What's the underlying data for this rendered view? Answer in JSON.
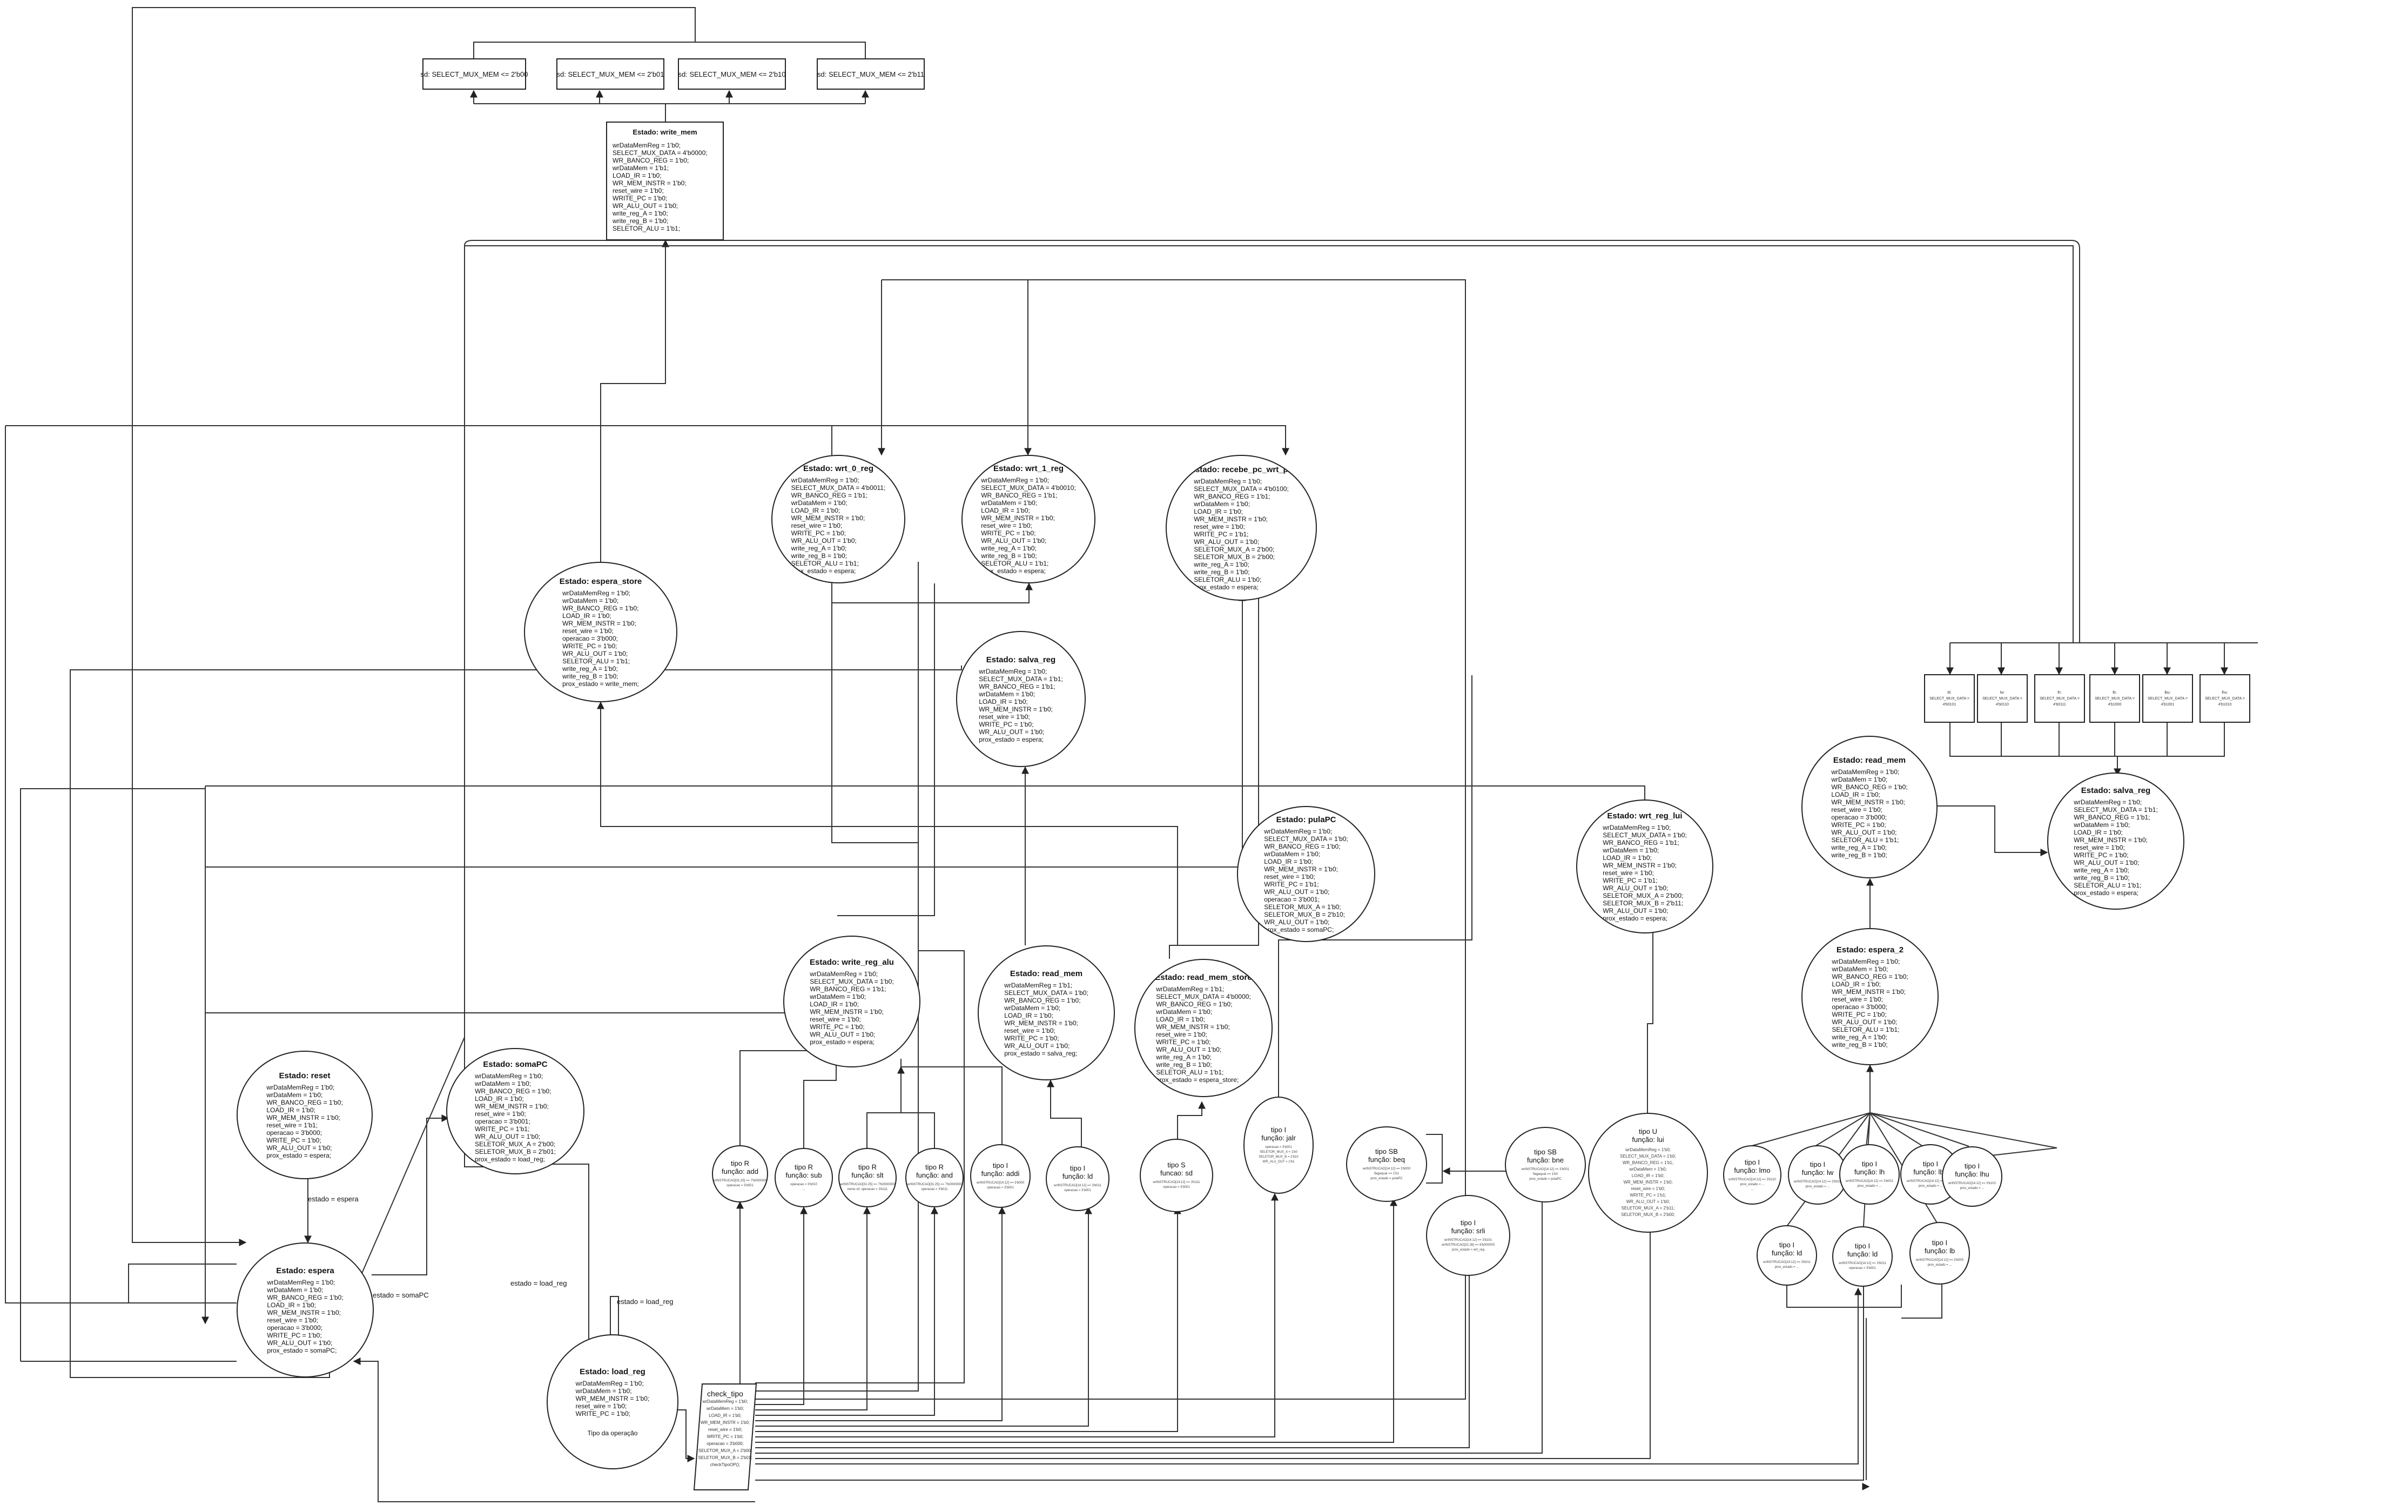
{
  "states": {
    "write_mem": {
      "title": "Estado: write_mem",
      "lines": "wrDataMemReg = 1'b0;\nSELECT_MUX_DATA = 4'b0000;\nWR_BANCO_REG = 1'b0;\nwrDataMem = 1'b1;\nLOAD_IR = 1'b0;\nWR_MEM_INSTR = 1'b0;\nreset_wire = 1'b0;\nWRITE_PC = 1'b0;\nWR_ALU_OUT = 1'b0;\nwrite_reg_A = 1'b0;\nwrite_reg_B = 1'b0;\nSELETOR_ALU = 1'b1;"
    },
    "wrt_0_reg": {
      "title": "Estado: wrt_0_reg",
      "lines": "wrDataMemReg = 1'b0;\nSELECT_MUX_DATA = 4'b0011;\nWR_BANCO_REG = 1'b1;\nwrDataMem = 1'b0;\nLOAD_IR = 1'b0;\nWR_MEM_INSTR = 1'b0;\nreset_wire = 1'b0;\nWRITE_PC = 1'b0;\nWR_ALU_OUT = 1'b0;\nwrite_reg_A = 1'b0;\nwrite_reg_B = 1'b0;\nSELETOR_ALU = 1'b1;\nprox_estado = espera;"
    },
    "wrt_1_reg": {
      "title": "Estado: wrt_1_reg",
      "lines": "wrDataMemReg = 1'b0;\nSELECT_MUX_DATA = 4'b0010;\nWR_BANCO_REG = 1'b1;\nwrDataMem = 1'b0;\nLOAD_IR = 1'b0;\nWR_MEM_INSTR = 1'b0;\nreset_wire = 1'b0;\nWRITE_PC = 1'b0;\nWR_ALU_OUT = 1'b0;\nwrite_reg_A = 1'b0;\nwrite_reg_B = 1'b0;\nSELETOR_ALU = 1'b1;\nprox_estado = espera;"
    },
    "recebe_pc_wrt_pc": {
      "title": "Estado: recebe_pc_wrt_pc",
      "lines": "wrDataMemReg = 1'b0;\nSELECT_MUX_DATA = 4'b0100;\nWR_BANCO_REG = 1'b1;\nwrDataMem = 1'b0;\nLOAD_IR = 1'b0;\nWR_MEM_INSTR = 1'b0;\nreset_wire = 1'b0;\nWRITE_PC = 1'b1;\nWR_ALU_OUT = 1'b0;\nSELETOR_MUX_A = 2'b00;\nSELETOR_MUX_B = 2'b00;\nwrite_reg_A = 1'b0;\nwrite_reg_B = 1'b0;\nSELETOR_ALU = 1'b0;\nprox_estado = espera;"
    },
    "espera_store": {
      "title": "Estado: espera_store",
      "lines": "wrDataMemReg = 1'b0;\nwrDataMem = 1'b0;\nWR_BANCO_REG = 1'b0;\nLOAD_IR = 1'b0;\nWR_MEM_INSTR = 1'b0;\nreset_wire = 1'b0;\noperacao = 3'b000;\nWRITE_PC = 1'b0;\nWR_ALU_OUT = 1'b0;\nSELETOR_ALU = 1'b1;\nwrite_reg_A = 1'b0;\nwrite_reg_B = 1'b0;\nprox_estado = write_mem;"
    },
    "salva_reg": {
      "title": "Estado: salva_reg",
      "lines": "wrDataMemReg = 1'b0;\nSELECT_MUX_DATA = 1'b1;\nWR_BANCO_REG = 1'b1;\nwrDataMem = 1'b0;\nLOAD_IR = 1'b0;\nWR_MEM_INSTR = 1'b0;\nreset_wire = 1'b0;\nWRITE_PC = 1'b0;\nWR_ALU_OUT = 1'b0;\nprox_estado = espera;"
    },
    "pulaPC": {
      "title": "Estado: pulaPC",
      "lines": "wrDataMemReg = 1'b0;\nSELECT_MUX_DATA = 1'b0;\nWR_BANCO_REG = 1'b0;\nwrDataMem = 1'b0;\nLOAD_IR = 1'b0;\nWR_MEM_INSTR = 1'b0;\nreset_wire = 1'b0;\nWRITE_PC = 1'b1;\nWR_ALU_OUT = 1'b0;\noperacao = 3'b001;\nSELETOR_MUX_A = 1'b0;\nSELETOR_MUX_B = 2'b10;\nWR_ALU_OUT = 1'b0;\nprox_estado = somaPC;"
    },
    "wrt_reg_lui": {
      "title": "Estado: wrt_reg_lui",
      "lines": "wrDataMemReg = 1'b0;\nSELECT_MUX_DATA = 1'b0;\nWR_BANCO_REG = 1'b1;\nwrDataMem = 1'b0;\nLOAD_IR = 1'b0;\nWR_MEM_INSTR = 1'b0;\nreset_wire = 1'b0;\nWRITE_PC = 1'b1;\nWR_ALU_OUT = 1'b0;\nSELETOR_MUX_A = 2'b00;\nSELETOR_MUX_B = 2'b11;\nWR_ALU_OUT = 1'b0;\nprox_estado = espera;"
    },
    "write_reg_alu": {
      "title": "Estado: write_reg_alu",
      "lines": "wrDataMemReg = 1'b0;\nSELECT_MUX_DATA = 1'b0;\nWR_BANCO_REG = 1'b1;\nwrDataMem = 1'b0;\nLOAD_IR = 1'b0;\nWR_MEM_INSTR = 1'b0;\nreset_wire = 1'b0;\nWRITE_PC = 1'b0;\nWR_ALU_OUT = 1'b0;\nprox_estado = espera;"
    },
    "read_mem": {
      "title": "Estado: read_mem",
      "lines": "wrDataMemReg = 1'b1;\nSELECT_MUX_DATA = 1'b0;\nWR_BANCO_REG = 1'b0;\nwrDataMem = 1'b0;\nLOAD_IR = 1'b0;\nWR_MEM_INSTR = 1'b0;\nreset_wire = 1'b0;\nWRITE_PC = 1'b0;\nWR_ALU_OUT = 1'b0;\nprox_estado = salva_reg;"
    },
    "read_mem_store": {
      "title": "Estado: read_mem_store",
      "lines": "wrDataMemReg = 1'b1;\nSELECT_MUX_DATA = 4'b0000;\nWR_BANCO_REG = 1'b0;\nwrDataMem = 1'b0;\nLOAD_IR = 1'b0;\nWR_MEM_INSTR = 1'b0;\nreset_wire = 1'b0;\nWRITE_PC = 1'b0;\nWR_ALU_OUT = 1'b0;\nwrite_reg_A = 1'b0;\nwrite_reg_B = 1'b0;\nSELETOR_ALU = 1'b1;\nprox_estado = espera_store;"
    },
    "reset": {
      "title": "Estado: reset",
      "lines": "wrDataMemReg = 1'b0;\nwrDataMem = 1'b0;\nWR_BANCO_REG = 1'b0;\nLOAD_IR = 1'b0;\nWR_MEM_INSTR = 1'b0;\nreset_wire = 1'b1;\noperacao = 3'b000;\nWRITE_PC = 1'b0;\nWR_ALU_OUT = 1'b0;\nprox_estado = espera;"
    },
    "somaPC": {
      "title": "Estado: somaPC",
      "lines": "wrDataMemReg = 1'b0;\nwrDataMem = 1'b0;\nWR_BANCO_REG = 1'b0;\nLOAD_IR = 1'b0;\nWR_MEM_INSTR = 1'b0;\nreset_wire = 1'b0;\noperacao = 3'b001;\nWRITE_PC = 1'b1;\nWR_ALU_OUT = 1'b0;\nSELETOR_MUX_A = 2'b00;\nSELETOR_MUX_B = 2'b01;\nprox_estado = load_reg;"
    },
    "espera": {
      "title": "Estado: espera",
      "lines": "wrDataMemReg = 1'b0;\nwrDataMem = 1'b0;\nWR_BANCO_REG = 1'b0;\nLOAD_IR = 1'b0;\nWR_MEM_INSTR = 1'b0;\nreset_wire = 1'b0;\noperacao = 3'b000;\nWRITE_PC = 1'b0;\nWR_ALU_OUT = 1'b0;\nprox_estado = somaPC;"
    },
    "load_reg": {
      "title": "Estado: load_reg",
      "lines": "wrDataMemReg = 1'b0;\nwrDataMem = 1'b0;\nWR_MEM_INSTR = 1'b0;\nreset_wire = 1'b0;\nWRITE_PC = 1'b0;",
      "footer": "Tipo da operação"
    },
    "read_mem_r": {
      "title": "Estado: read_mem",
      "lines": "wrDataMemReg = 1'b0;\nwrDataMem = 1'b0;\nWR_BANCO_REG = 1'b0;\nLOAD_IR = 1'b0;\nWR_MEM_INSTR = 1'b0;\nreset_wire = 1'b0;\noperacao = 3'b000;\nWRITE_PC = 1'b0;\nWR_ALU_OUT = 1'b0;\nSELETOR_ALU = 1'b1;\nwrite_reg_A = 1'b0;\nwrite_reg_B = 1'b0;"
    },
    "salva_reg_r": {
      "title": "Estado: salva_reg",
      "lines": "wrDataMemReg = 1'b0;\nSELECT_MUX_DATA = 1'b1;\nWR_BANCO_REG = 1'b1;\nwrDataMem = 1'b0;\nLOAD_IR = 1'b0;\nWR_MEM_INSTR = 1'b0;\nreset_wire = 1'b0;\nWRITE_PC = 1'b0;\nWR_ALU_OUT = 1'b0;\nwrite_reg_A = 1'b0;\nwrite_reg_B = 1'b0;\nSELETOR_ALU = 1'b1;\nprox_estado = espera;"
    },
    "espera_2": {
      "title": "Estado: espera_2",
      "lines": "wrDataMemReg = 1'b0;\nwrDataMem = 1'b0;\nWR_BANCO_REG = 1'b0;\nLOAD_IR = 1'b0;\nWR_MEM_INSTR = 1'b0;\nreset_wire = 1'b0;\noperacao = 3'b000;\nWRITE_PC = 1'b0;\nWR_ALU_OUT = 1'b0;\nSELETOR_ALU = 1'b1;\nwrite_reg_A = 1'b0;\nwrite_reg_B = 1'b0;"
    }
  },
  "sd_boxes": [
    "sd: SELECT_MUX_MEM <= 2'b00",
    "sd: SELECT_MUX_MEM <= 2'b01",
    "sd: SELECT_MUX_MEM <= 2'b10",
    "sd: SELECT_MUX_MEM <= 2'b11"
  ],
  "load_boxes": [
    "ld:\nSELECT_MUX_DATA =\n4'b0101",
    "lw:\nSELECT_MUX_DATA =\n4'b0110",
    "lh:\nSELECT_MUX_DATA =\n4'b0111",
    "lb:\nSELECT_MUX_DATA =\n4'b1000",
    "lbu:\nSELECT_MUX_DATA =\n4'b1001",
    "lhu:\nSELECT_MUX_DATA =\n4'b1010"
  ],
  "small_states": {
    "r_add": {
      "l1": "tipo R",
      "l2": "função: add",
      "lines": "wrINSTRUCAO[31:25] == 7'b0000000\noperacao = 3'b001"
    },
    "r_sub": {
      "l1": "tipo R",
      "l2": "função: sub",
      "lines": "operacao = 3'b010\n..."
    },
    "r_slt": {
      "l1": "tipo R",
      "l2": "função: slt",
      "lines": "wrINSTRUCAO[31:25] == 7'b0000000\nnome slt: operacao = 3'b111"
    },
    "r_and": {
      "l1": "tipo R",
      "l2": "função: and",
      "lines": "wrINSTRUCAO[31:25] == 7'b0000000\noperacao = 3'b011"
    },
    "i_addi": {
      "l1": "tipo I",
      "l2": "função: addi",
      "lines": "wrINSTRUCAO[14:12] == 3'b000\noperacao = 3'b001"
    },
    "i_ld": {
      "l1": "tipo I",
      "l2": "função: ld",
      "lines": "wrINSTRUCAO[14:12] == 3'b011\noperacao = 3'b001"
    },
    "s_sd": {
      "l1": "tipo S",
      "l2": "funcao: sd",
      "lines": "wrINSTRUCAO[14:12] == 3'b111\noperacao = 3'b001"
    },
    "i_jalr": {
      "l1": "tipo I",
      "l2": "função: jalr",
      "lines": "operacao = 3'b001\nSELETOR_MUX_A = 1'b0\nSELETOR_MUX_B = 2'b10\nWR_ALU_OUT = 1'b1"
    },
    "sb_beq": {
      "l1": "tipo SB",
      "l2": "função: beq",
      "lines": "wrINSTRUCAO[14:12] == 3'b000\nflagequal == 1'b1\nprox_estado = pulaPC"
    },
    "i_srli": {
      "l1": "tipo I",
      "l2": "função: srli",
      "lines": "wrINSTRUCAO[14:12] == 3'b101\nwrINSTRUCAO[31:26] == 6'b000000\nprox_estado = wrt_reg"
    },
    "sb_bne": {
      "l1": "tipo SB",
      "l2": "função: bne",
      "lines": "wrINSTRUCAO[14:12] == 3'b001\nflagequal == 1'b0\nprox_estado = pulaPC"
    },
    "u_lui": {
      "l1": "tipo U",
      "l2": "função: lui",
      "lines": "wrDataMemReg = 1'b0;\nSELECT_MUX_DATA = 1'b0;\nWR_BANCO_REG = 1'b1;\nwrDataMem = 1'b0;\nLOAD_IR = 1'b0;\nWR_MEM_INSTR = 1'b0;\nreset_wire = 1'b0;\nWRITE_PC = 1'b1;\nWR_ALU_OUT = 1'b0;\nSELETOR_MUX_A = 2'b11;\nSELETOR_MUX_B = 2'b00;"
    },
    "i_lmo": {
      "l1": "tipo I",
      "l2": "função: lmo",
      "lines": "wrINSTRUCAO[14:12] == 3'b110\nprox_estado = ...\n..."
    },
    "i_lw": {
      "l1": "tipo I",
      "l2": "função: lw",
      "lines": "wrINSTRUCAO[14:12] == 3'b010\nprox_estado = ..."
    },
    "i_lh": {
      "l1": "tipo I",
      "l2": "função: lh",
      "lines": "wrINSTRUCAO[14:12] == 3'b001\nprox_estado = ..."
    },
    "i_lbu": {
      "l1": "tipo I",
      "l2": "função: lbu",
      "lines": "wrINSTRUCAO[14:12] == 3'b100\nprox_estado = ..."
    },
    "i_lhu": {
      "l1": "tipo I",
      "l2": "função: lhu",
      "lines": "wrINSTRUCAO[14:12] == 3'b101\nprox_estado = ..."
    },
    "i_ld2": {
      "l1": "tipo I",
      "l2": "função: ld",
      "lines": "wrINSTRUCAO[14:12] == 3'b011\nprox_estado = ..."
    },
    "i_lb": {
      "l1": "tipo I",
      "l2": "função: lb",
      "lines": "wrINSTRUCAO[14:12] == 3'b000\nprox_estado = ..."
    }
  },
  "check_tipo": {
    "title": "check_tipo",
    "lines": "wrDataMemReg = 1'b0;\nwrDataMem = 1'b0;\nLOAD_IR = 1'b0;\nWR_MEM_INSTR = 1'b0;\nreset_wire = 1'b0;\nWRITE_PC = 1'b0;\noperacao = 3'b000;\nSELETOR_MUX_A = 2'b00;\nSELETOR_MUX_B = 2'b01;\ncheckTipoOP();"
  },
  "labels": {
    "estado_espera": "estado = espera",
    "estado_somaPC": "estado  = somaPC",
    "estado_load_reg_1": "estado = load_reg",
    "estado_load_reg_2": "estado = load_reg"
  }
}
